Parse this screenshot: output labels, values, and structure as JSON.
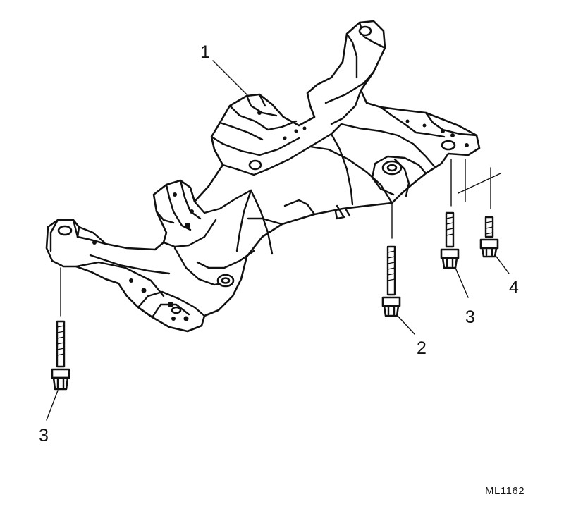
{
  "diagram": {
    "callouts": [
      {
        "id": "1",
        "text": "1"
      },
      {
        "id": "2",
        "text": "2"
      },
      {
        "id": "3a",
        "text": "3"
      },
      {
        "id": "3b",
        "text": "3"
      },
      {
        "id": "4",
        "text": "4"
      }
    ],
    "reference": "ML1162"
  }
}
